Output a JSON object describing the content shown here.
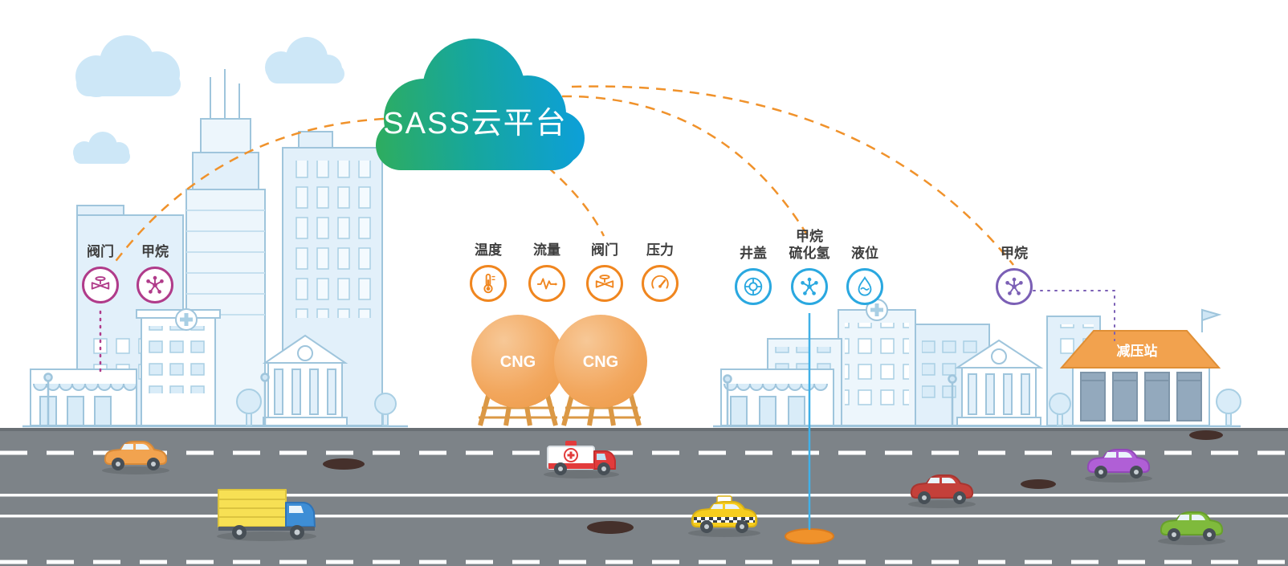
{
  "palette": {
    "cloud_gradient_start": "#2FAD5C",
    "cloud_gradient_end": "#0C9FDB",
    "connection_line": "#F0922B",
    "group_city_sensors": "#B03B8A",
    "group_cng_sensors": "#F0861F",
    "group_underground_sensors": "#2AA8E0",
    "group_station_sensor": "#7B5FB5",
    "road": "#7D8388",
    "tank_orange": "#F2A65C",
    "building_outline": "#9FC5DC"
  },
  "cloud": {
    "label": "SASS云平台"
  },
  "sensors": {
    "city": [
      {
        "label": "阀门",
        "icon": "valve-icon"
      },
      {
        "label": "甲烷",
        "icon": "molecule-icon"
      }
    ],
    "cng": [
      {
        "label": "温度",
        "icon": "thermometer-icon"
      },
      {
        "label": "流量",
        "icon": "flow-icon"
      },
      {
        "label": "阀门",
        "icon": "valve-icon"
      },
      {
        "label": "压力",
        "icon": "gauge-icon"
      }
    ],
    "underground": [
      {
        "label": "井盖",
        "icon": "manhole-icon"
      },
      {
        "label": "甲烷\n硫化氢",
        "icon": "molecule-icon"
      },
      {
        "label": "液位",
        "icon": "level-icon"
      }
    ],
    "station": [
      {
        "label": "甲烷",
        "icon": "molecule-icon"
      }
    ]
  },
  "tanks": [
    {
      "label": "CNG"
    },
    {
      "label": "CNG"
    }
  ],
  "station": {
    "label": "减压站"
  },
  "scene_elements": {
    "vehicles": [
      "car-orange",
      "truck-yellow-blue",
      "ambulance",
      "taxi-yellow",
      "car-red",
      "car-purple",
      "car-green"
    ],
    "manholes": [
      "dark",
      "dark",
      "dark",
      "dark",
      "orange-open"
    ]
  }
}
